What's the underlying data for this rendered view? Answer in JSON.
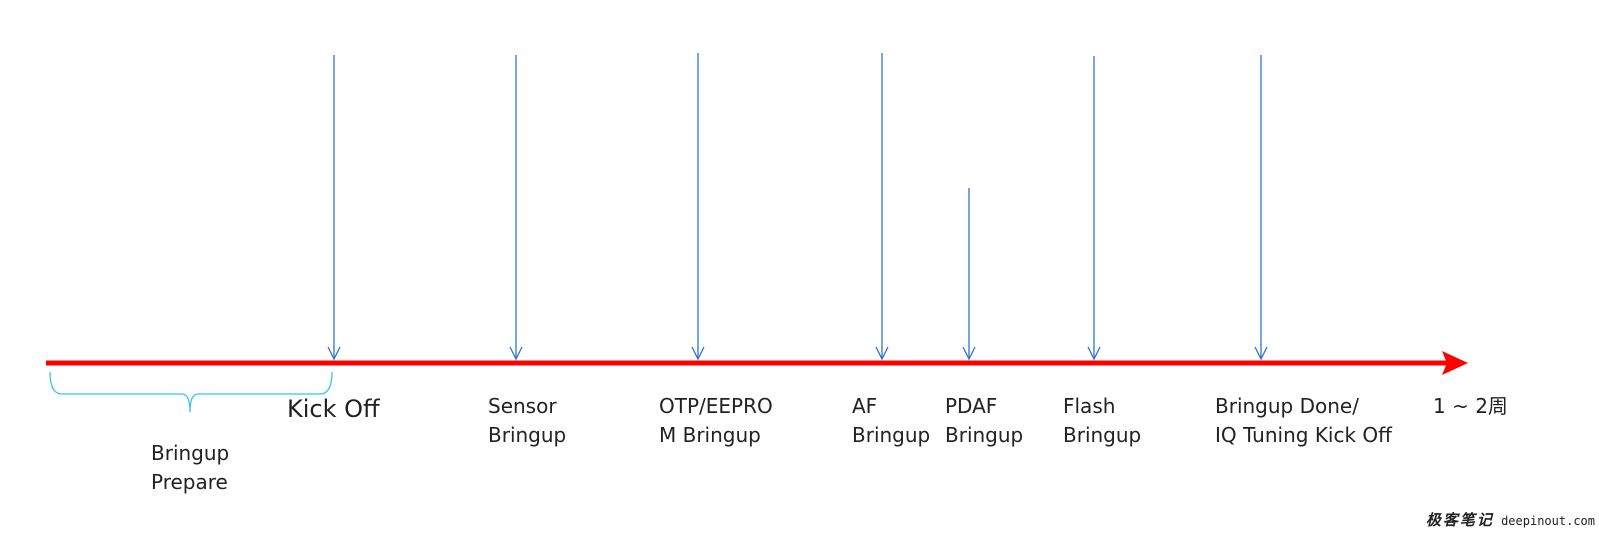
{
  "timeline": {
    "milestones": [
      {
        "id": "kick-off",
        "label": "Kick Off"
      },
      {
        "id": "sensor",
        "label": "Sensor\nBringup"
      },
      {
        "id": "otp-eeprom",
        "label": "OTP/EEPRO\nM Bringup"
      },
      {
        "id": "af",
        "label": "AF\nBringup"
      },
      {
        "id": "pdaf",
        "label": "PDAF\nBringup"
      },
      {
        "id": "flash",
        "label": "Flash\nBringup"
      },
      {
        "id": "bringup-done",
        "label": "Bringup Done/\nIQ Tuning Kick Off"
      }
    ],
    "prepare_label": "Bringup\nPrepare",
    "end_label": "1 ~ 2周",
    "colors": {
      "axis": "#ff0000",
      "arrow": "#2e75d6",
      "brace": "#33c5e6",
      "text": "#222222"
    }
  },
  "watermark": {
    "cn": "极客笔记",
    "domain": "deepinout.com"
  }
}
